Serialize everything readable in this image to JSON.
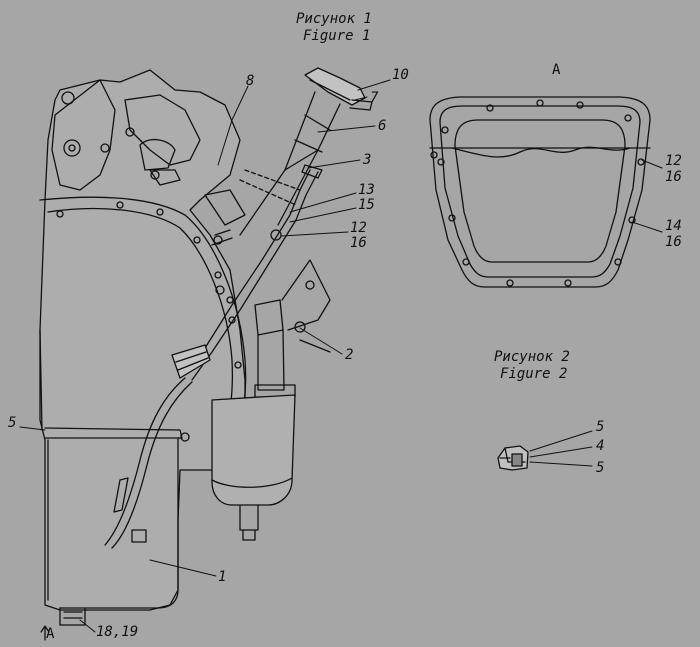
{
  "figure1": {
    "title_ru": "Рисунок 1",
    "title_en": "Figure 1"
  },
  "figure2": {
    "title_ru": "Рисунок 2",
    "title_en": "Figure 2"
  },
  "view_label": "А",
  "view_arrow_label": "А",
  "callouts_fig1": {
    "c10": "10",
    "c7": "7",
    "c6": "6",
    "c8": "8",
    "c3": "3",
    "c13": "13",
    "c15": "15",
    "c12": "12",
    "c16": "16",
    "c2": "2",
    "c5": "5",
    "c1": "1",
    "c18_19": "18,19"
  },
  "callouts_viewA": {
    "c12": "12",
    "c16a": "16",
    "c14": "14",
    "c16b": "16"
  },
  "callouts_fig2": {
    "c5a": "5",
    "c4": "4",
    "c5b": "5"
  },
  "colors": {
    "background": "#a6a6a6",
    "line": "#111111",
    "paper": "#b4b4b4"
  }
}
